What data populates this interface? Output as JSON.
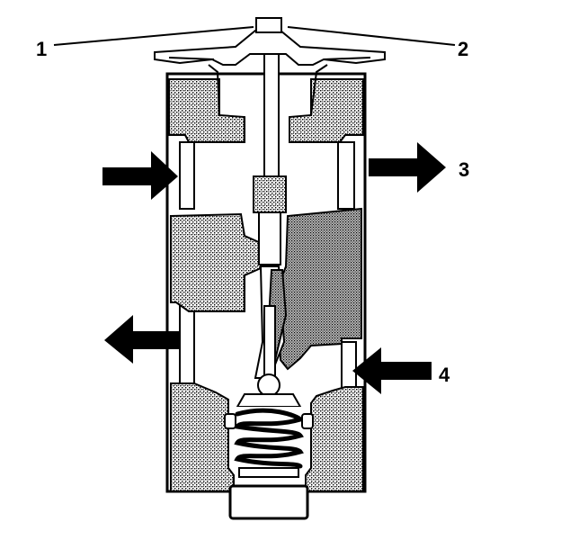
{
  "callouts": [
    {
      "id": "1",
      "text": "1"
    },
    {
      "id": "2",
      "text": "2"
    },
    {
      "id": "3",
      "text": "3"
    },
    {
      "id": "4",
      "text": "4"
    }
  ],
  "colors": {
    "ink": "#000000",
    "shade": "#8a8a8a",
    "paper": "#ffffff"
  }
}
